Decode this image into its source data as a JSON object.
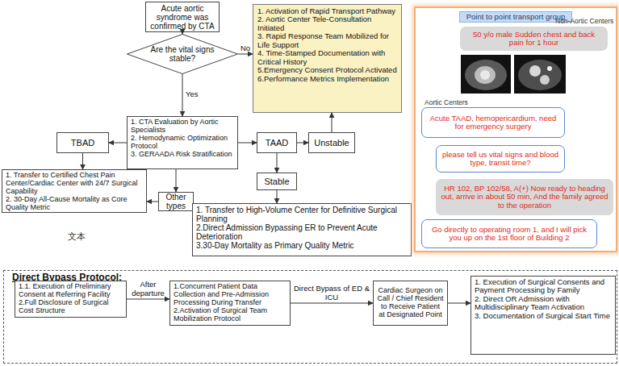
{
  "diagram": {
    "nodes": [
      {
        "text": [
          "Acute aortic syndrome was confirmed by CTA"
        ]
      },
      {
        "text": [
          "Are the vital signs stable?"
        ]
      },
      {
        "text": [
          "1. Activation of Rapid Transport Pathway",
          "2. Aortic Center Tele-Consultation Initiated",
          "3. Rapid Response Team Mobilized for Life Support",
          "4. Time-Stamped Documentation with Critical History",
          "5.Emergency Consent Protocol Activated",
          "6.Performance Metrics Implementation"
        ]
      },
      {
        "text": [
          "1. CTA Evaluation by Aortic Specialists",
          "2. Hemodynamic Optimization Protocol",
          "3. GERAADA Risk Stratification"
        ]
      },
      {
        "text": [
          "TBAD"
        ]
      },
      {
        "text": [
          "TAAD"
        ]
      },
      {
        "text": [
          "Unstable"
        ]
      },
      {
        "text": [
          "1. Transfer to Certified Chest Pain Center/Cardiac Center with 24/7 Surgical Capability",
          "2. 30-Day All-Cause Mortality as Core Quality Metric"
        ]
      },
      {
        "text": [
          "Other types"
        ]
      },
      {
        "text": [
          "Stable"
        ]
      },
      {
        "text": [
          "1. Transfer to High-Volume Center for Definitive Surgical Planning",
          "2.Direct Admission Bypassing ER to Prevent Acute Deterioration",
          "3.30-Day Mortality as Primary Quality Metric"
        ]
      },
      {
        "text": [
          "Point to point transport group"
        ]
      },
      {
        "text": [
          "50 y/o male Sudden chest and back pain for 1 hour"
        ],
        "in": 11
      },
      {
        "text": [
          "Acute TAAD, hemopericardium, need for emergency surgery"
        ],
        "in": 11
      },
      {
        "text": [
          "please tell us vital signs and blood type, transit time?"
        ],
        "in": 11
      },
      {
        "text": [
          "HR 102, BP 102/58, A(+) Now ready to heading out, arrive in about 50 min, And the family agreed to the operation"
        ],
        "in": 11
      },
      {
        "text": [
          "Go directly to operating room 1, and I will pick you up on the 1st floor of Building 2"
        ],
        "in": 11
      },
      {
        "text": [
          "Direct Bypass Protocol:"
        ]
      },
      {
        "text": [
          "1.1. Execution of Preliminary Consent at Referring Facility",
          "2.Full Disclosure of Surgical Cost Structure"
        ],
        "in": 17
      },
      {
        "text": [
          "1.Concurrent Patient Data Collection and Pre-Admission Processing During Transfer",
          "2.Activation of Surgical Team Mobilization Protocol"
        ],
        "in": 17
      },
      {
        "text": [
          "Cardiac Surgeon on Call / Chief Resident to Receive Patient at Designated Point"
        ],
        "in": 17
      },
      {
        "text": [
          "1. Execution of Surgical Consents and Payment Processing by Family",
          "2. Direct OR Admission with Multidisciplinary Team Activation",
          "3. Documentation of Surgical Start Time"
        ],
        "in": 17
      }
    ],
    "edges": [
      {
        "from": 0,
        "to": 1,
        "arrow": "to"
      },
      {
        "from": 1,
        "to": 2,
        "label": "No",
        "arrow": "to"
      },
      {
        "from": 1,
        "to": 3,
        "label": "Yes",
        "arrow": "to"
      },
      {
        "from": 3,
        "to": 4,
        "arrow": "to"
      },
      {
        "from": 3,
        "to": 5,
        "arrow": "to"
      },
      {
        "from": 5,
        "to": 6,
        "arrow": "to"
      },
      {
        "from": 6,
        "to": 2,
        "arrow": "to"
      },
      {
        "from": 5,
        "to": 9,
        "arrow": "to"
      },
      {
        "from": 9,
        "to": 10,
        "arrow": "to"
      },
      {
        "from": 4,
        "to": 7,
        "arrow": "to"
      },
      {
        "from": 3,
        "to": 8,
        "arrow": "to"
      },
      {
        "from": 8,
        "to": 7,
        "arrow": "to"
      },
      {
        "from": 18,
        "to": 19,
        "label": "After departure",
        "arrow": "to"
      },
      {
        "from": 19,
        "to": 20,
        "label": "Direct Bypass of ED & ICU",
        "arrow": "to"
      },
      {
        "from": 20,
        "to": 21,
        "arrow": "to"
      }
    ],
    "labels": [
      "Non-Aortic Centers",
      "Aortic Centers",
      "文本"
    ]
  }
}
